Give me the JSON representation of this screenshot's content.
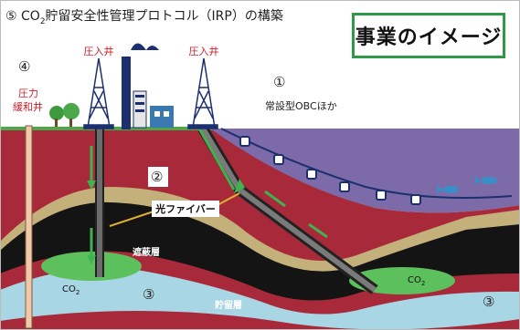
{
  "title": {
    "circle_num": "⑤",
    "text_pre": "CO",
    "sub": "2",
    "text_post": "貯留安全性管理プロトコル（IRP）の構築"
  },
  "badge": "事業のイメージ",
  "labels": {
    "injection_well_left": "圧入井",
    "injection_well_right": "圧入井",
    "num4": "④",
    "pressure_relief_1": "圧力",
    "pressure_relief_2": "緩和井",
    "num1": "①",
    "permanent_obc": "常設型OBCほか",
    "num2": "②",
    "optical_fiber": "光ファイバー",
    "seal_layer": "遮蔽層",
    "co2_left_pre": "CO",
    "co2_left_sub": "2",
    "co2_right_pre": "CO",
    "co2_right_sub": "2",
    "num3_left": "③",
    "storage_layer": "貯留層",
    "num3_right": "③"
  },
  "colors": {
    "accent_green": "#2e9a48",
    "red_label": "#d0202a",
    "navy": "#1c2f6e"
  }
}
